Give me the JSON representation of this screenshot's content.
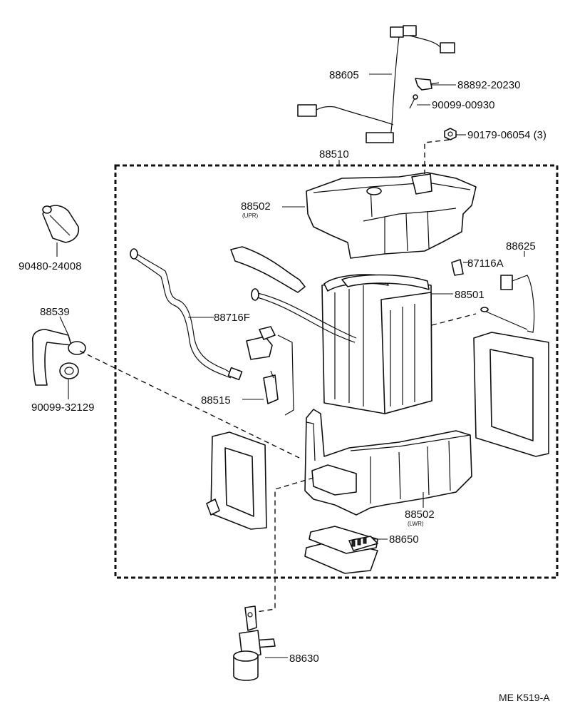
{
  "labels": {
    "p88605": "88605",
    "p88892": "88892-20230",
    "p90099_00930": "90099-00930",
    "p90179": "90179-06054 (3)",
    "p88510": "88510",
    "p88502_upr": "88502",
    "p88502_upr_sub": "(UPR)",
    "p90480": "90480-24008",
    "p88625": "88625",
    "p87116a": "87116A",
    "p88501": "88501",
    "p88539": "88539",
    "p88716f": "88716F",
    "p90099_32129": "90099-32129",
    "p88515": "88515",
    "p88502_lwr": "88502",
    "p88502_lwr_sub": "(LWR)",
    "p88650": "88650",
    "p88630": "88630"
  },
  "reference_code": "ME K519-A"
}
